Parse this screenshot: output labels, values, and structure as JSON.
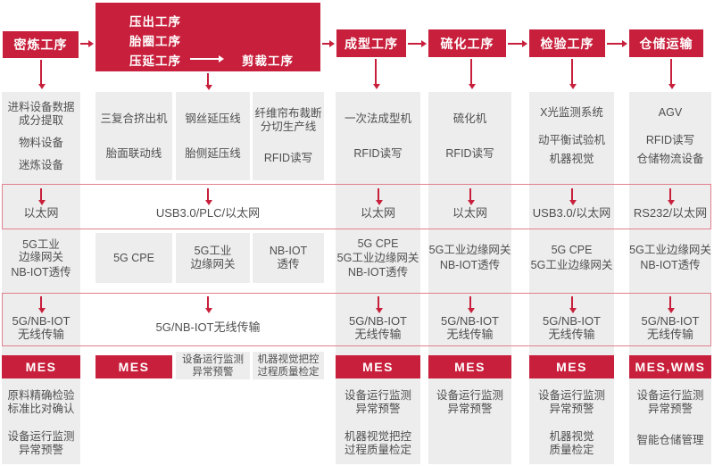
{
  "colors": {
    "accent_red": "#C8203C",
    "box_gray": "#EDEDED",
    "text_gray": "#4F4F4F",
    "band_border_pink": "#E2808E"
  },
  "header": {
    "mixing": "密炼工序",
    "group": [
      "压出工序",
      "胎圈工序",
      "压延工序"
    ],
    "cutting": "剪裁工序",
    "forming": "成型工序",
    "curing": "硫化工序",
    "inspection": "检验工序",
    "warehousing": "仓储运输"
  },
  "equipment": {
    "mixing": [
      "进料设备数据",
      "成分提取",
      "物料设备",
      "迷炼设备"
    ],
    "extrusion": [
      "三复合挤出机",
      "胎面联动线"
    ],
    "bead": [
      "钢丝延压线",
      "胎侧延压线"
    ],
    "calendering": [
      "纤维帘布裁断",
      "分切生产线",
      "RFID读写"
    ],
    "forming": [
      "一次法成型机",
      "RFID读写"
    ],
    "curing": [
      "硫化机",
      "RFID读写"
    ],
    "inspection": [
      "X光监测系统",
      "动平衡试验机",
      "机器视觉"
    ],
    "warehousing": [
      "AGV",
      "RFID读写",
      "仓储物流设备"
    ]
  },
  "wired": {
    "mixing": "以太网",
    "group": "USB3.0/PLC/以太网",
    "forming": "以太网",
    "curing": "以太网",
    "inspection": "USB3.0/以太网",
    "warehousing": "RS232/以太网"
  },
  "gateway": {
    "mixing": [
      "5G工业",
      "边缘网关",
      "NB-IOT透传"
    ],
    "extrusion": [
      "5G CPE"
    ],
    "bead": [
      "5G工业",
      "边缘网关"
    ],
    "calendering": [
      "NB-IOT",
      "透传"
    ],
    "forming": [
      "5G CPE",
      "5G工业边缘网关",
      "NB-IOT透传"
    ],
    "curing": [
      "5G工业边缘网关",
      "NB-IOT透传"
    ],
    "inspection": [
      "5G CPE",
      "5G工业边缘网关"
    ],
    "warehousing": [
      "5G工业边缘网关",
      "NB-IOT透传"
    ]
  },
  "wireless": {
    "line1": "5G/NB-IOT",
    "line2": "无线传输",
    "merged": "5G/NB-IOT无线传输"
  },
  "mes": {
    "mixing": "MES",
    "group": "MES",
    "forming": "MES",
    "curing": "MES",
    "inspection": "MES",
    "warehousing": "MES,WMS",
    "side1": [
      "设备运行监测",
      "异常预警"
    ],
    "side2": [
      "机器视觉把控",
      "过程质量检定"
    ]
  },
  "apps": {
    "mixing": [
      "原料精确检验",
      "标准比对确认",
      "设备运行监测",
      "异常预警"
    ],
    "forming": [
      "设备运行监测",
      "异常预警",
      "机器视觉把控",
      "过程质量检定"
    ],
    "curing": [
      "设备运行监测",
      "异常预警"
    ],
    "inspection": [
      "设备运行监测",
      "异常预警",
      "机器视觉",
      "质量检定"
    ],
    "warehousing": [
      "设备运行监测",
      "异常预警",
      "智能仓储管理"
    ]
  }
}
